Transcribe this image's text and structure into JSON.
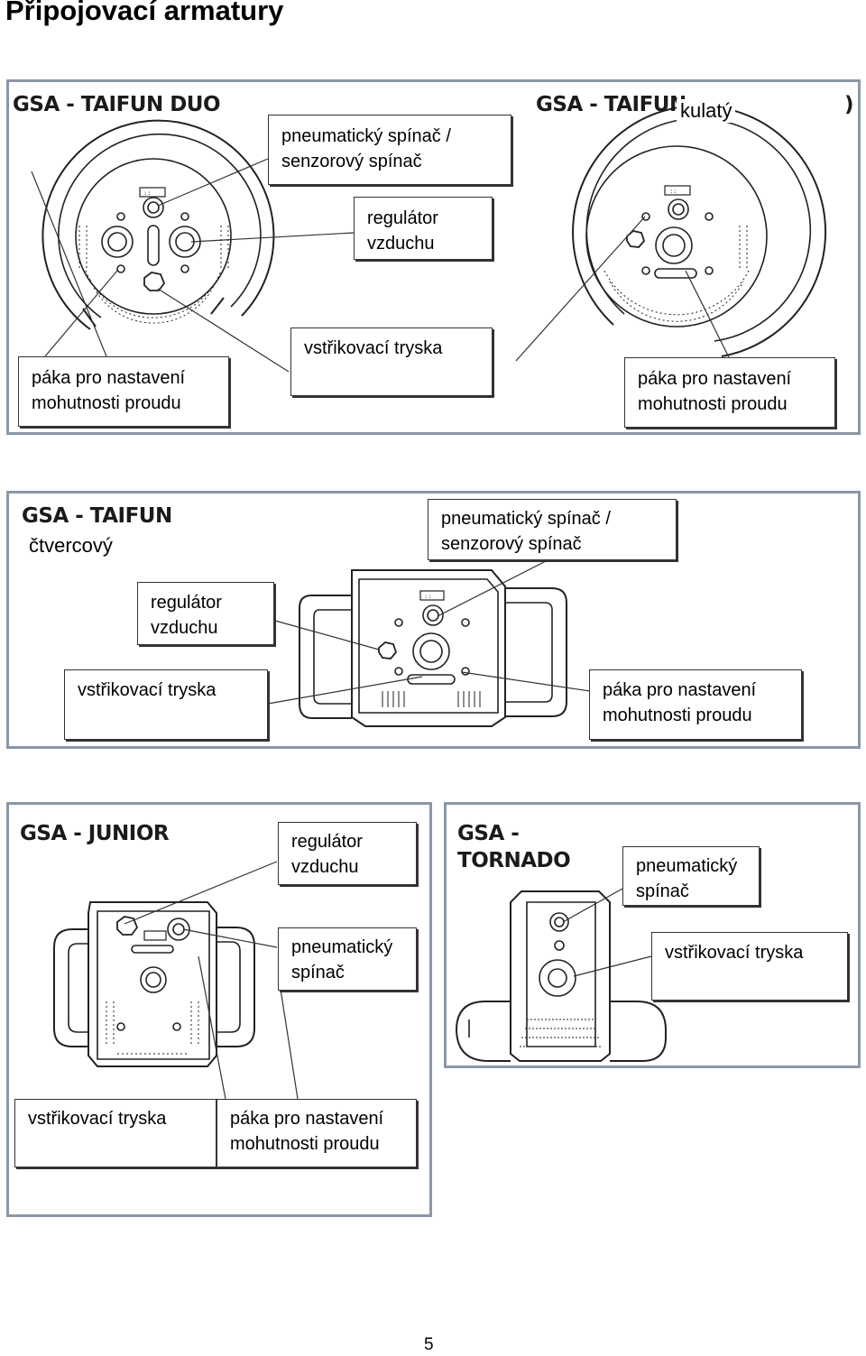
{
  "heading": "Připojovací armatury",
  "page_number": "5",
  "sections": {
    "taifun_duo": {
      "model": "GSA - TAIFUN DUO",
      "labels": {
        "switch": "pneumatický spínač / senzorový spínač",
        "air_regulator": "regulátor vzduchu",
        "lever_left": "páka pro nastavení mohutnosti proudu",
        "nozzle": "vstřikovací tryska"
      }
    },
    "taifun_round": {
      "model": "GSA - TAIFUN",
      "model_tail": ")",
      "variant": "kulatý",
      "labels": {
        "lever": "páka pro nastavení mohutnosti proudu"
      }
    },
    "taifun_square": {
      "model": "GSA - TAIFUN",
      "variant": "čtvercový",
      "labels": {
        "switch": "pneumatický spínač / senzorový spínač",
        "air_regulator": "regulátor vzduchu",
        "nozzle": "vstřikovací tryska",
        "lever": "páka pro nastavení mohutnosti proudu"
      }
    },
    "junior": {
      "model": "GSA - JUNIOR",
      "labels": {
        "air_regulator": "regulátor vzduchu",
        "switch": "pneumatický spínač",
        "nozzle": "vstřikovací tryska",
        "lever": "páka pro nastavení mohutnosti proudu"
      }
    },
    "tornado": {
      "model": "GSA -\nTORNADO",
      "labels": {
        "switch": "pneumatický spínač",
        "nozzle": "vstřikovací tryska"
      }
    }
  }
}
